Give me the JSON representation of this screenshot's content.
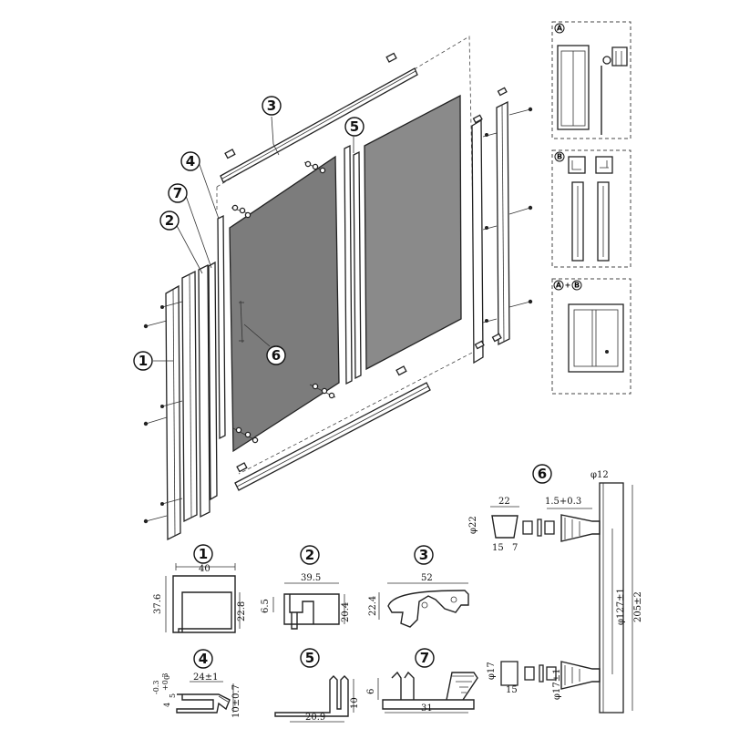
{
  "callouts": {
    "c1": "1",
    "c2": "2",
    "c3": "3",
    "c4": "4",
    "c5": "5",
    "c6": "6",
    "c7": "7"
  },
  "panels": {
    "a_tag": "A",
    "b_tag": "B",
    "ab_tag_a": "A",
    "ab_plus": "+",
    "ab_tag_b": "B"
  },
  "profiles": {
    "p1": {
      "label": "1",
      "width": "40",
      "height": "37.6",
      "inner": "22.8"
    },
    "p2": {
      "label": "2",
      "width": "39.5",
      "left": "6.5",
      "right": "20.4"
    },
    "p3": {
      "label": "3",
      "width": "52",
      "height": "22.4"
    },
    "p4": {
      "label": "4",
      "width": "24±1",
      "height": "10±0.7",
      "tol1": "+0.3",
      "tol2": "-0.3",
      "tol3": "0",
      "tol4": "4",
      "tol5": "5"
    },
    "p5": {
      "label": "5",
      "width": "20.9",
      "height": "10"
    },
    "p7": {
      "label": "7",
      "width": "31",
      "height": "6"
    }
  },
  "handle": {
    "label": "6",
    "top_dia": "φ12",
    "knob_len": "22",
    "knob_dia": "φ22",
    "knob_base": "15",
    "knob_tip": "7",
    "thread": "1.5+0.3",
    "length1": "φ127±1",
    "length2": "205±2",
    "post_dia": "φ17",
    "post_dia2": "φ17",
    "base": "15",
    "side": "φ17±1"
  }
}
